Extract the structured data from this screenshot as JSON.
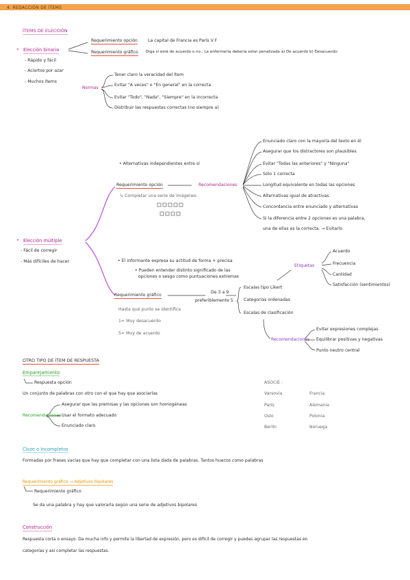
{
  "header": "4. REDACCIÓN DE ÍTEMS",
  "eleccion": {
    "title": "ÍTEMS DE ELECCIÓN",
    "binaria": {
      "label": "Elección binaria",
      "pros": [
        "Rápido y fácil",
        "Aciertos por azar",
        "Muchos ítems"
      ],
      "opcion_label": "Requerimiento opción",
      "opcion_text": "La capital de Francia es París   V   F",
      "grafico_label": "Requerimiento gráfico",
      "grafico_text": "Diga si está de acuerdo o no : La enfermería debería estar penalizada  a) De acuerdo b) Desacuerdo",
      "normas_label": "Normas",
      "normas": [
        "Tener claro la veracidad del ítem",
        "Evitar \"A veces\" o \"En general\" en la correcta",
        "Evitar \"Todo\", \"Nada\", \"Siempre\" en la incorrecta",
        "Distribuir las respuestas correctas (no siempre a)"
      ]
    },
    "multiple": {
      "label": "Elección múltiple",
      "pros": [
        "Fácil de corregir",
        "Más difíciles de hacer"
      ],
      "alternativas": "Alternativas independientes entre sí",
      "opcion_label": "Requerimiento opción",
      "completar": "Completar una serie de imágenes",
      "recomendaciones_label": "Recomendaciones",
      "recomendaciones": [
        "Enunciado claro con la mayoría del texto en él",
        "Asegurar que los distractores son plausibles",
        "Evitar \"Todas las anteriores\" y \"Ninguna\"",
        "Sólo 1 correcta",
        "Longitud equivalente en todas las opciones",
        "Alternativas igual de atractivas",
        "Concordancia entre enunciado y alternativas",
        "Si la diferencia entre 2 opciones es una palabra,",
        "una de ellas es la correcta. → Evitarlo"
      ],
      "grafico_notes": [
        "El informante expresa su actitud de forma + precisa",
        "Pueden entender distinto significado de las",
        "opciones o sesgo como puntuaciones extremas"
      ],
      "grafico_label": "Requerimiento gráfico",
      "de_3_a_9": "De 3 a 9",
      "preferiblemente": "preferiblemente 5",
      "hasta": "Hasta qué punto se identifica",
      "acuerdo_scale": [
        "1= Muy desacuerdo",
        "5= Muy de acuerdo"
      ],
      "escalas": [
        "Escalas tipo Likert",
        "Categorías ordenadas",
        "Escalas de clasificación"
      ],
      "etiquetas_label": "Etiquetas",
      "etiquetas": [
        "Acuerdo",
        "Frecuencia",
        "Cantidad",
        "Satisfacción (sentimientos)"
      ],
      "recomendaciones2_label": "Recomendaciones",
      "recomendaciones2": [
        "Evitar expresiones complejas",
        "Equilibrar positivas y negativas",
        "Punto neutro central"
      ]
    }
  },
  "otro": {
    "title": "OTRO TIPO DE ÍTEM DE RESPUESTA",
    "emparejamiento": {
      "label": "Emparejamiento",
      "respuesta": "Respuesta opción",
      "texto": "Un conjunto de palabras con otro con el que hay que asociarlas",
      "asocie_label": "ASOCIE :",
      "asocie_left": [
        "Varsovia",
        "París",
        "Oslo",
        "Berlín"
      ],
      "asocie_right": [
        "Francia",
        "Alemania",
        "Polonia",
        "Noruega"
      ],
      "rec_label": "Recomendaciones",
      "rec": [
        "Asegurar que las premisas y las opciones son homogéneas",
        "Usar el formato adecuado",
        "Enunciado claro"
      ]
    },
    "cloze": {
      "label": "Cloze o Incompletos",
      "texto": "Formadas por frases vacías que hay que completar con una lista dada de palabras. Tantos huecos como palabras"
    },
    "grafico": {
      "label": "Requerimiento gráfico → Adjetivos bipolares",
      "sub": "Requerimiento gráfico",
      "texto": "Se da una palabra y hay que valorarla según una serie de adjetivos bipolares"
    },
    "construccion": {
      "label": "Construcción",
      "texto1": "Respuesta corta o ensayo. Da mucha info y permite la libertad de expresión, pero es difícil de corregir y puedes agrupar las respuestas en",
      "texto2": "categorías y así completar las respuestas."
    }
  },
  "colors": {
    "header": "#f2a34d",
    "pink": "#b0208a",
    "purple": "#8a35c8",
    "green": "#28a028",
    "teal": "#2aa3b8",
    "orange": "#e69500"
  }
}
